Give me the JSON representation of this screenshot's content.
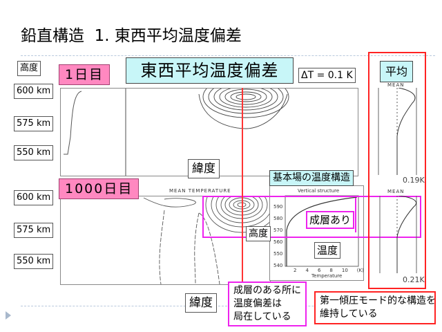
{
  "slide": {
    "title": "鉛直構造  1. 東西平均温度偏差",
    "main_heading": "東西平均温度偏差",
    "delta_t": "ΔT = 0.1 K",
    "altitude_label": "高度",
    "mean_label": "平均",
    "day1_label": "1日目",
    "day1000_label": "1000日目",
    "altitude_ticks_top": [
      "600 km",
      "575 km",
      "550 km"
    ],
    "altitude_ticks_bottom": [
      "600 km",
      "575 km",
      "550 km"
    ],
    "latitude_label_top": "緯度",
    "latitude_label_bottom": "緯度",
    "mean_temperature_caption": "MEAN TEMPERATURE",
    "mean_caption_top": "MEAN",
    "mean_caption_bottom": "MEAN",
    "mean_value_top": "0.19K",
    "mean_value_bottom": "0.21K",
    "basic_state_heading": "基本場の温度構造",
    "vertical_structure_caption": "Vertical structure",
    "inset_y_ticks": [
      "590",
      "580",
      "570",
      "560",
      "550",
      "540"
    ],
    "inset_x_ticks": [
      "2",
      "4",
      "6",
      "8",
      "10"
    ],
    "inset_x_unit": "(K)",
    "inset_x_caption": "Temperature",
    "stratified_label": "成層あり",
    "inset_altitude_label": "高度",
    "inset_temperature_label": "温度",
    "note_localized": [
      "成層のある所に",
      "温度偏差は",
      "局在している"
    ],
    "note_baroclinic": [
      "第一傾圧モード的な構造を",
      "維持している"
    ]
  },
  "colors": {
    "pink": "#ff88c0",
    "cyan": "#c8f6f8",
    "magenta": "#ee22ee",
    "red": "#ff2222"
  }
}
